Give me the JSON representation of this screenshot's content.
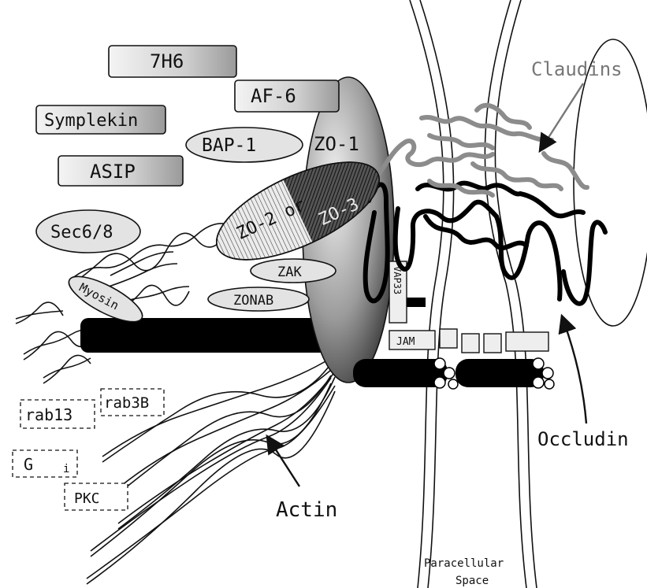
{
  "proteins": {
    "h7": "7H6",
    "af6": "AF-6",
    "symplekin": "Symplekin",
    "bap1": "BAP-1",
    "zo1": "ZO-1",
    "asip": "ASIP",
    "zo2_or": "ZO-2 or",
    "zo3": "ZO-3",
    "sec68": "Sec6/8",
    "zak": "ZAK",
    "zonab": "ZONAB",
    "myosin": "Myosin",
    "vap33": "VAP33",
    "jam": "JAM"
  },
  "signaling": {
    "rab13": "rab13",
    "rab3b": "rab3B",
    "g": "G",
    "i": "i",
    "pkc": "PKC"
  },
  "labels": {
    "claudins": "Claudins",
    "occludin": "Occludin",
    "actin": "Actin",
    "paracellular": "Paracellular",
    "space": "Space"
  },
  "colors": {
    "claudin_strand": "#8c8c8c",
    "occludin_strand": "#000000",
    "box_fill": "#d9d9d9"
  }
}
